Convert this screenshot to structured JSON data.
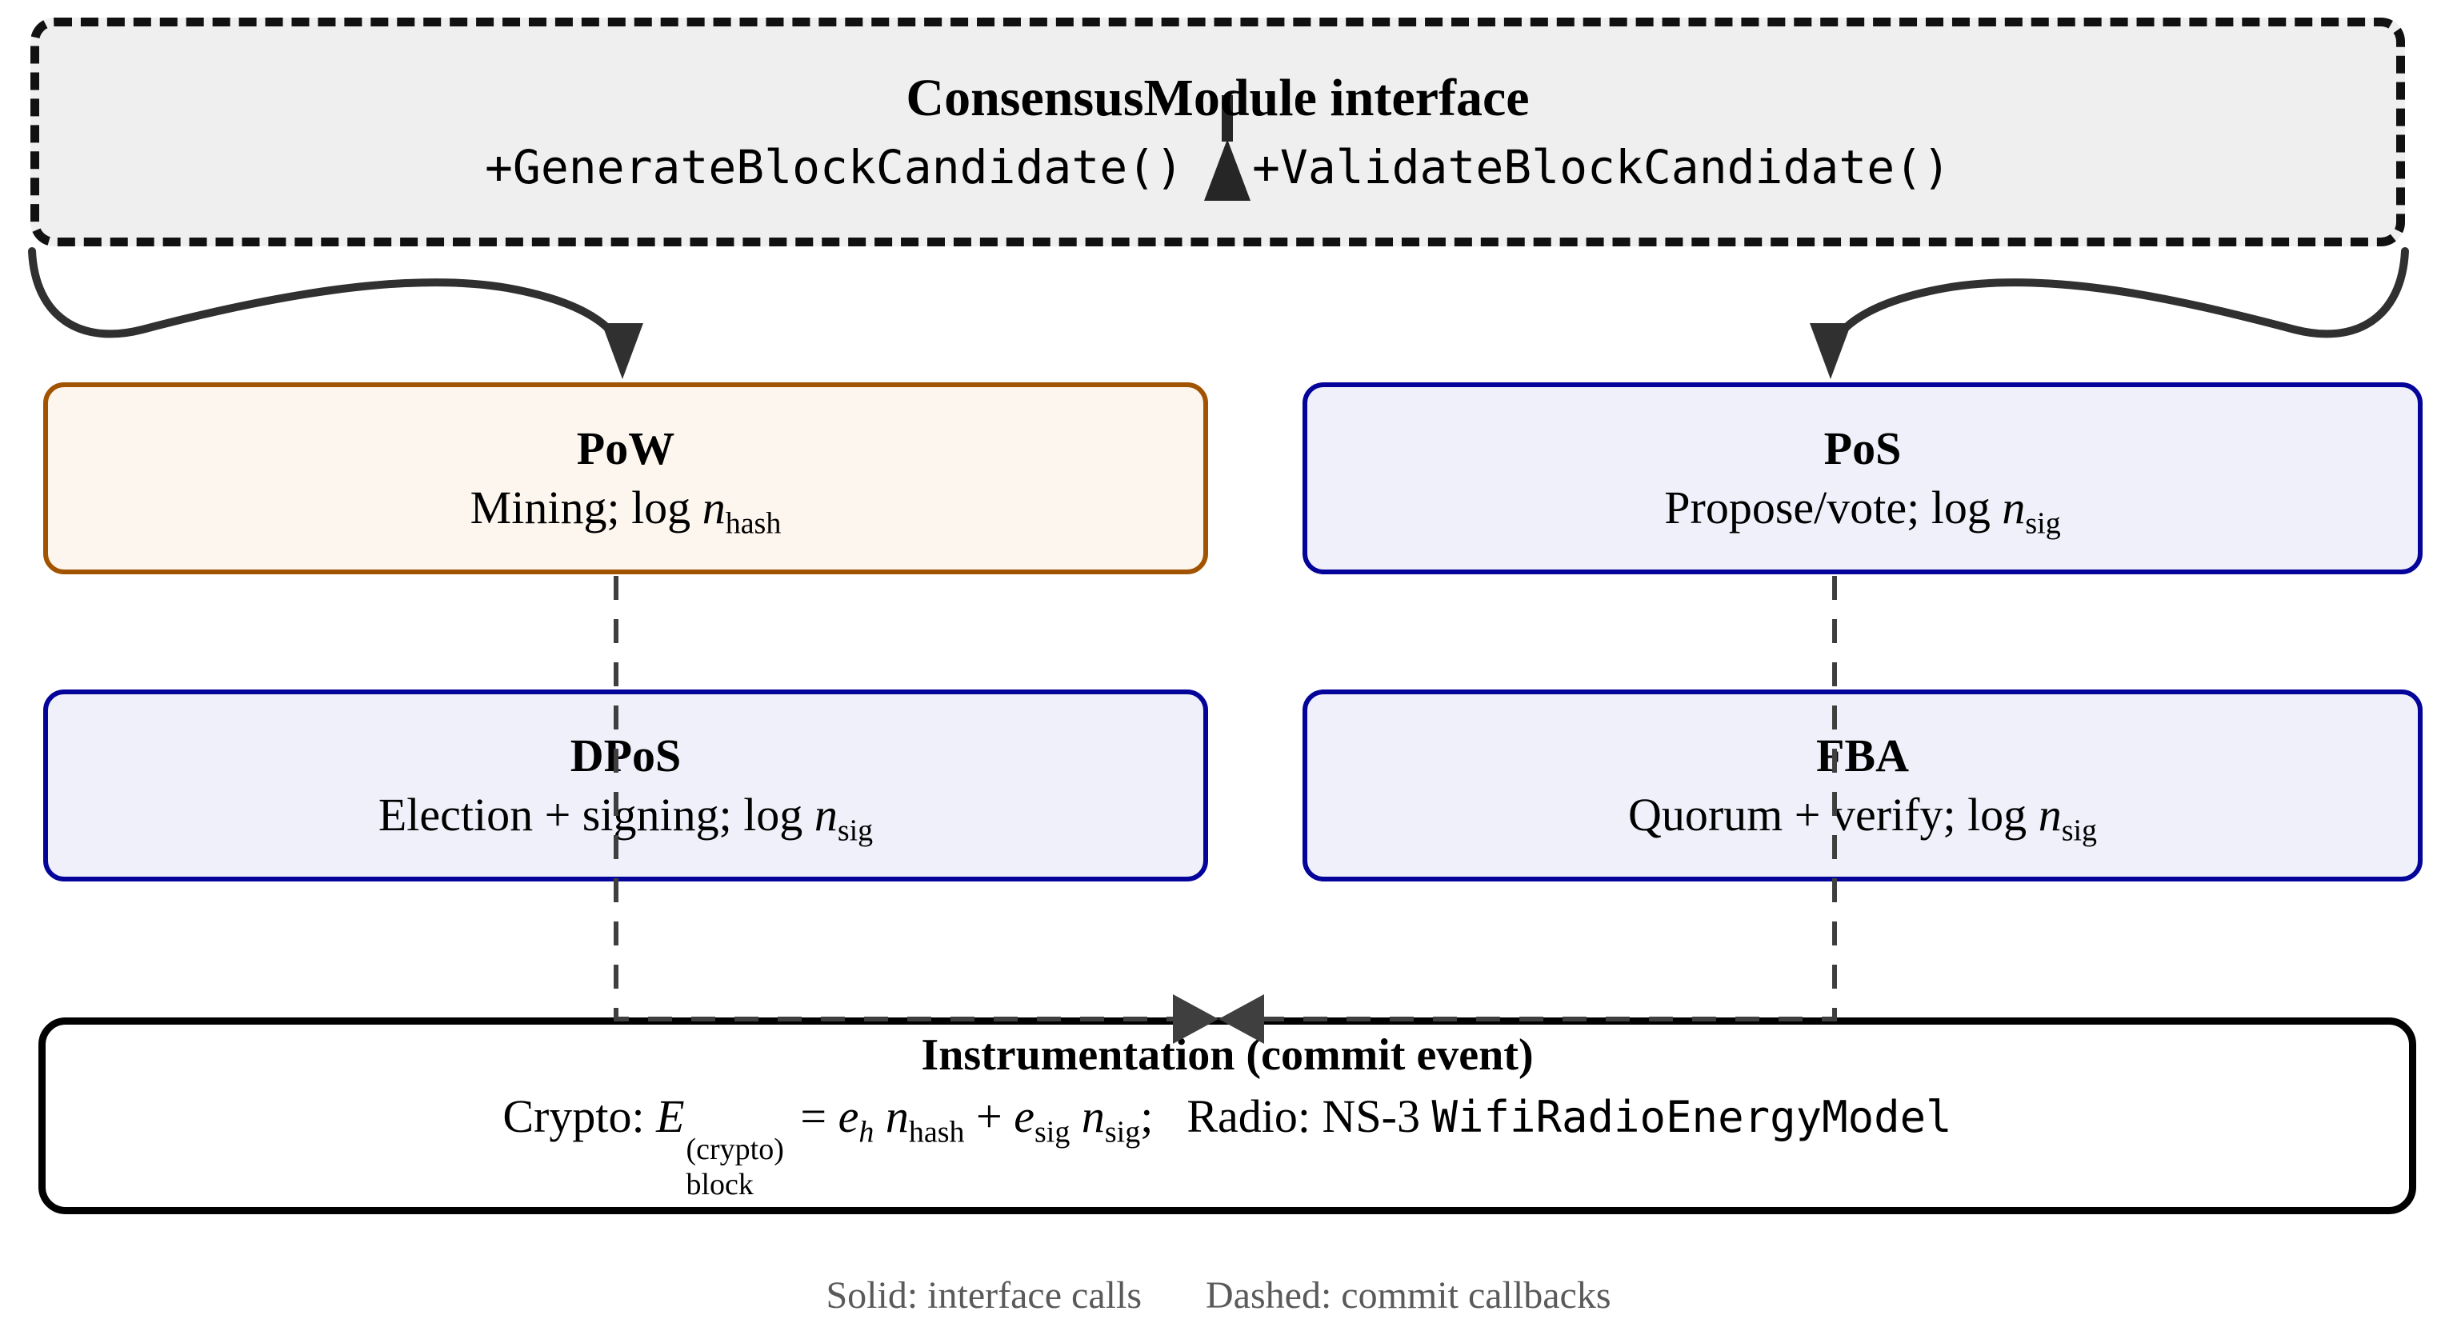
{
  "interface": {
    "title": "ConsensusModule interface",
    "method_left": "+GenerateBlockCandidate()",
    "method_right": "+ValidateBlockCandidate()"
  },
  "modules": [
    {
      "title": "PoW",
      "desc_before": "Mining; log ",
      "desc_var": "n",
      "desc_sub": "hash",
      "border_color": "#a25300",
      "fill_color": "#fdf6ee"
    },
    {
      "title": "PoS",
      "desc_before": "Propose/vote; log ",
      "desc_var": "n",
      "desc_sub": "sig",
      "border_color": "#04049a",
      "fill_color": "#eff0fa"
    },
    {
      "title": "DPoS",
      "desc_before": "Election + signing; log ",
      "desc_var": "n",
      "desc_sub": "sig",
      "border_color": "#04049a",
      "fill_color": "#eff0fa"
    },
    {
      "title": "FBA",
      "desc_before": "Quorum + verify; log ",
      "desc_var": "n",
      "desc_sub": "sig",
      "border_color": "#04049a",
      "fill_color": "#eff0fa"
    }
  ],
  "instrumentation": {
    "title": "Instrumentation (commit event)",
    "formula": {
      "crypto_label": "Crypto: ",
      "E": "E",
      "E_sup": "(crypto)",
      "E_sub": "block",
      "equals": " = ",
      "e1": "e",
      "e1_sub": "h",
      "n1": "n",
      "n1_sub": "hash",
      "plus": " + ",
      "e2": "e",
      "e2_sub": "sig",
      "n2": "n",
      "n2_sub": "sig",
      "semicolon": ";",
      "radio_label": "Radio: NS-3 ",
      "radio_code": "WifiRadioEnergyModel"
    }
  },
  "legend": {
    "solid": "Solid: interface calls",
    "dashed": "Dashed: commit callbacks"
  },
  "colors": {
    "interface_fill": "#efefef",
    "interface_border": "#111111",
    "pow_border": "#a25300",
    "pow_fill": "#fdf6ee",
    "consensus_blue_border": "#04049a",
    "consensus_blue_fill": "#eff0fa",
    "instrumentation_border": "#000000",
    "solid_arrow": "#303030",
    "dashed_arrow": "#3f3f3f",
    "legend_text": "#5a5a5a"
  }
}
